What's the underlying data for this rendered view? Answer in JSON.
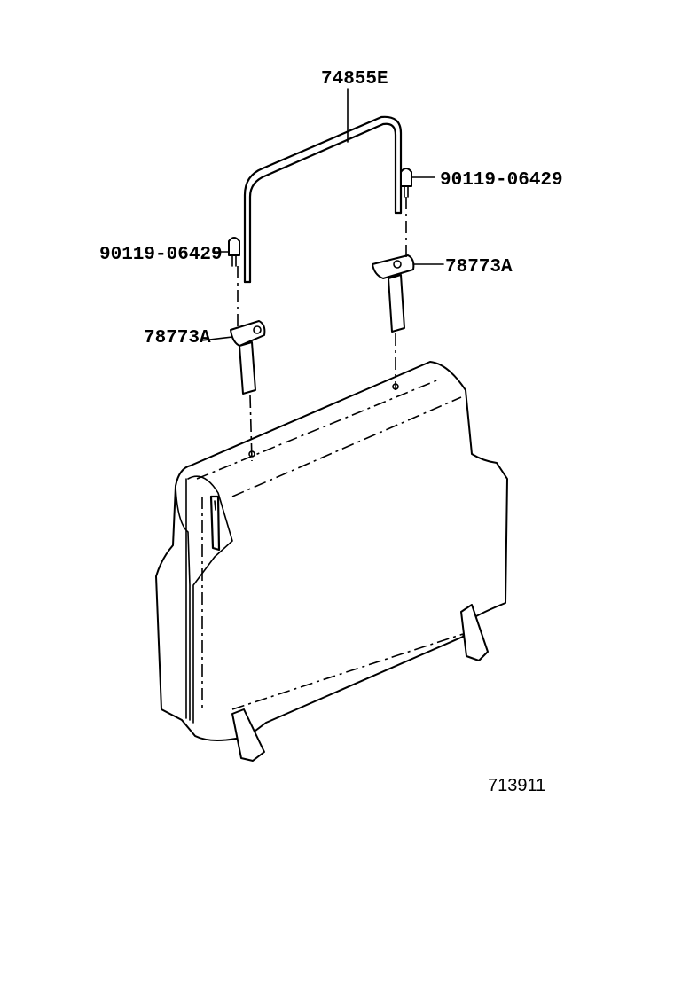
{
  "callouts": {
    "headrest_frame": "74855E",
    "bolt_right": "90119-06429",
    "bolt_left": "90119-06429",
    "support_right": "78773A",
    "support_left": "78773A"
  },
  "figure_number": "713911"
}
